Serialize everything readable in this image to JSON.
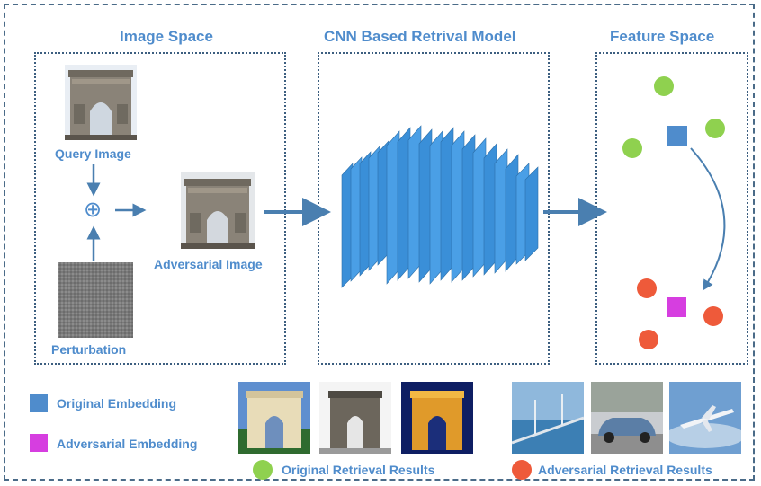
{
  "titles": {
    "image_space": "Image Space",
    "cnn_model": "CNN Based Retrival Model",
    "feature_space": "Feature Space"
  },
  "labels": {
    "query_image": "Query Image",
    "adversarial_image": "Adversarial Image",
    "perturbation": "Perturbation",
    "plus_symbol": "⊕"
  },
  "legend": {
    "original_embedding": "Original Embedding",
    "adversarial_embedding": "Adversarial Embedding",
    "original_results": "Original Retrieval Results",
    "adversarial_results": "Adversarial Retrieval Results"
  },
  "colors": {
    "title_blue": "#4f8ccc",
    "original_embedding": "#4f8ccc",
    "adversarial_embedding": "#d63ee0",
    "original_result": "#8fd14f",
    "adversarial_result": "#ee5a3a",
    "arrow": "#4a7fb0"
  },
  "icons": {
    "arch": "arc-de-triomphe-photo",
    "bridge": "bridge-photo",
    "car": "car-photo",
    "plane": "airplane-photo"
  }
}
